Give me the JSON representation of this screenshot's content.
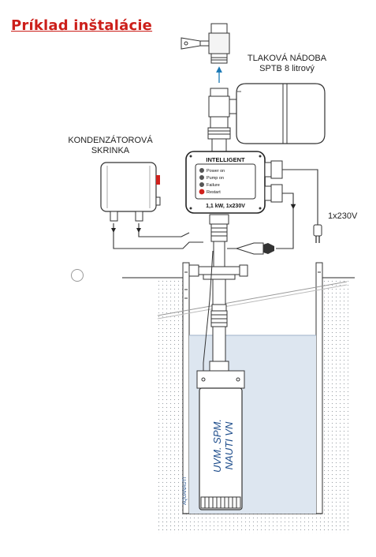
{
  "title": "Príklad inštalácie",
  "labels": {
    "tank_line1": "TLAKOVÁ NÁDOBA",
    "tank_line2": "SPTB 8 litrový",
    "capacitor_line1": "KONDENZÁTOROVÁ",
    "capacitor_line2": "SKRINKA",
    "power_supply": "1x230V"
  },
  "controller": {
    "header": "INTELLIGENT",
    "indicators": [
      "Power on",
      "Pump on",
      "Failure",
      "Restart"
    ],
    "rating": "1,1 kW, 1x230V"
  },
  "pump": {
    "label_line1": "UVM. SPM.",
    "label_line2": "NAUTI VN",
    "side_text": "AQUANAUTI"
  },
  "colors": {
    "title": "#cc1f1a",
    "water": "#dde6f0",
    "restart_led": "#d0211c",
    "flow_arrow": "#1a78b5"
  }
}
